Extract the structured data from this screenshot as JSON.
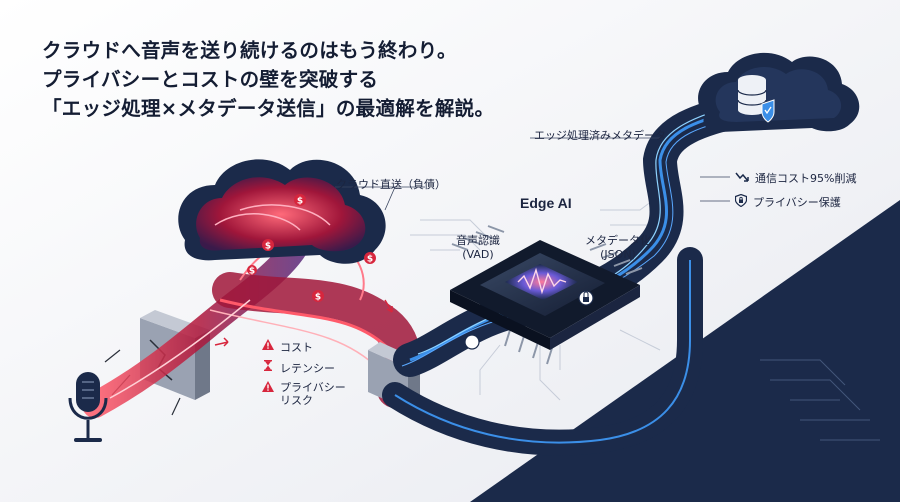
{
  "headline": {
    "line1": "クラウドへ音声を送り続けるのはもう終わり。",
    "line2": "プライバシーとコストの壁を突破する",
    "line3": "「エッジ処理×メタデータ送信」の最適解を解説。"
  },
  "labels": {
    "cloud_direct": "クラウド直送（負債）",
    "edge_metadata": "エッジ処理済みメタデータ",
    "edge_ai": "Edge AI",
    "speech_recognition": "音声認識",
    "vad": "(VAD)",
    "metadata_conversion": "メタデータ化",
    "json": "(JSON)"
  },
  "risks": [
    {
      "icon": "warning-icon",
      "label": "コスト"
    },
    {
      "icon": "hourglass-icon",
      "label": "レテンシー"
    },
    {
      "icon": "warning-icon",
      "label": "プライバシー\nリスク"
    }
  ],
  "benefits": [
    {
      "icon": "trend-down-icon",
      "label": "通信コスト95%削減"
    },
    {
      "icon": "shield-lock-icon",
      "label": "プライバシー保護"
    }
  ],
  "colors": {
    "navy": "#1b2a4a",
    "red": "#d7263d",
    "blue": "#3b8fe8",
    "cyan": "#8fd3ff",
    "background": "#f3f4f7"
  }
}
